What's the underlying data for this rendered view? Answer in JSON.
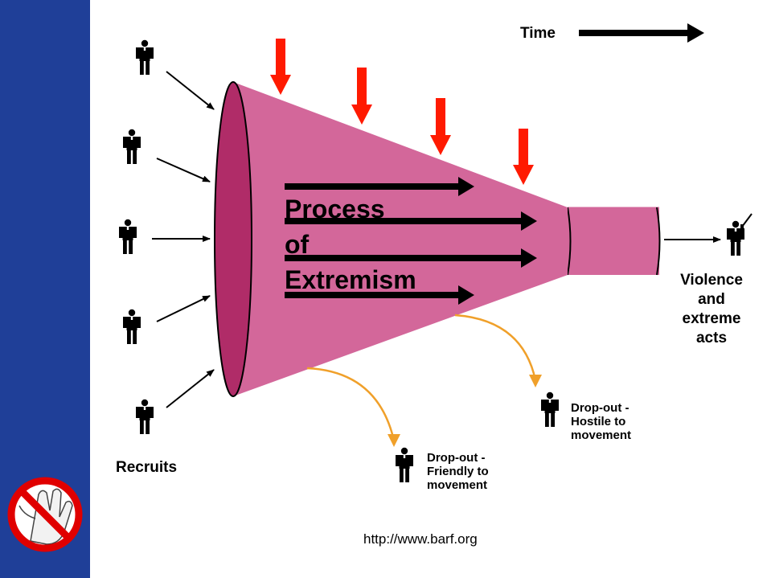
{
  "labels": {
    "time": "Time",
    "process_title": "Process\nof\nExtremism",
    "violence": "Violence\nand\nextreme\nacts",
    "recruits": "Recruits",
    "dropout_friendly": "Drop-out -\nFriendly to\nmovement",
    "dropout_hostile": "Drop-out -\nHostile to\nmovement",
    "source_url": "http://www.barf.org"
  },
  "icons": {
    "recruit": "person-icon",
    "dropout": "person-icon",
    "violent_actor": "person-with-weapon-icon",
    "logo": "prohibited-hand-icon"
  },
  "colors": {
    "sidebar": "#1f3f98",
    "funnel_body": "#d3679a",
    "funnel_mouth": "#b02c68",
    "pressure_arrows": "#ff1a00",
    "dropout_paths": "#f0a02a",
    "logo_ring": "#e00000"
  }
}
